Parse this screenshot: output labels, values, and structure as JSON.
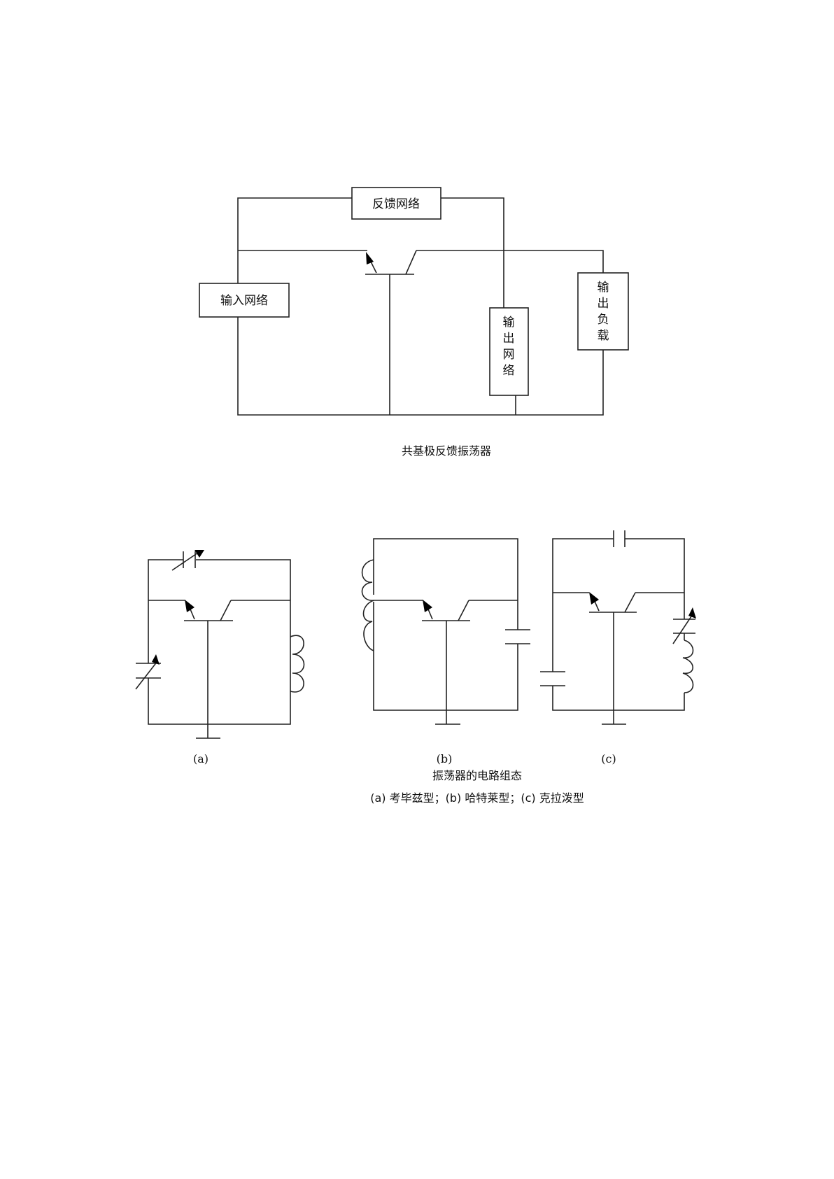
{
  "figure1": {
    "feedback_network": "反馈网络",
    "input_network": "输入网络",
    "output_network": [
      "输",
      "出",
      "网",
      "络"
    ],
    "output_load": [
      "输",
      "出",
      "负",
      "载"
    ],
    "caption": "共基极反馈振荡器"
  },
  "figure2": {
    "label_a": "(a)",
    "label_b": "(b)",
    "label_c": "(c)",
    "caption": "振荡器的电路组态",
    "subcaption": "(a) 考毕兹型；(b) 哈特莱型；(c) 克拉泼型"
  }
}
